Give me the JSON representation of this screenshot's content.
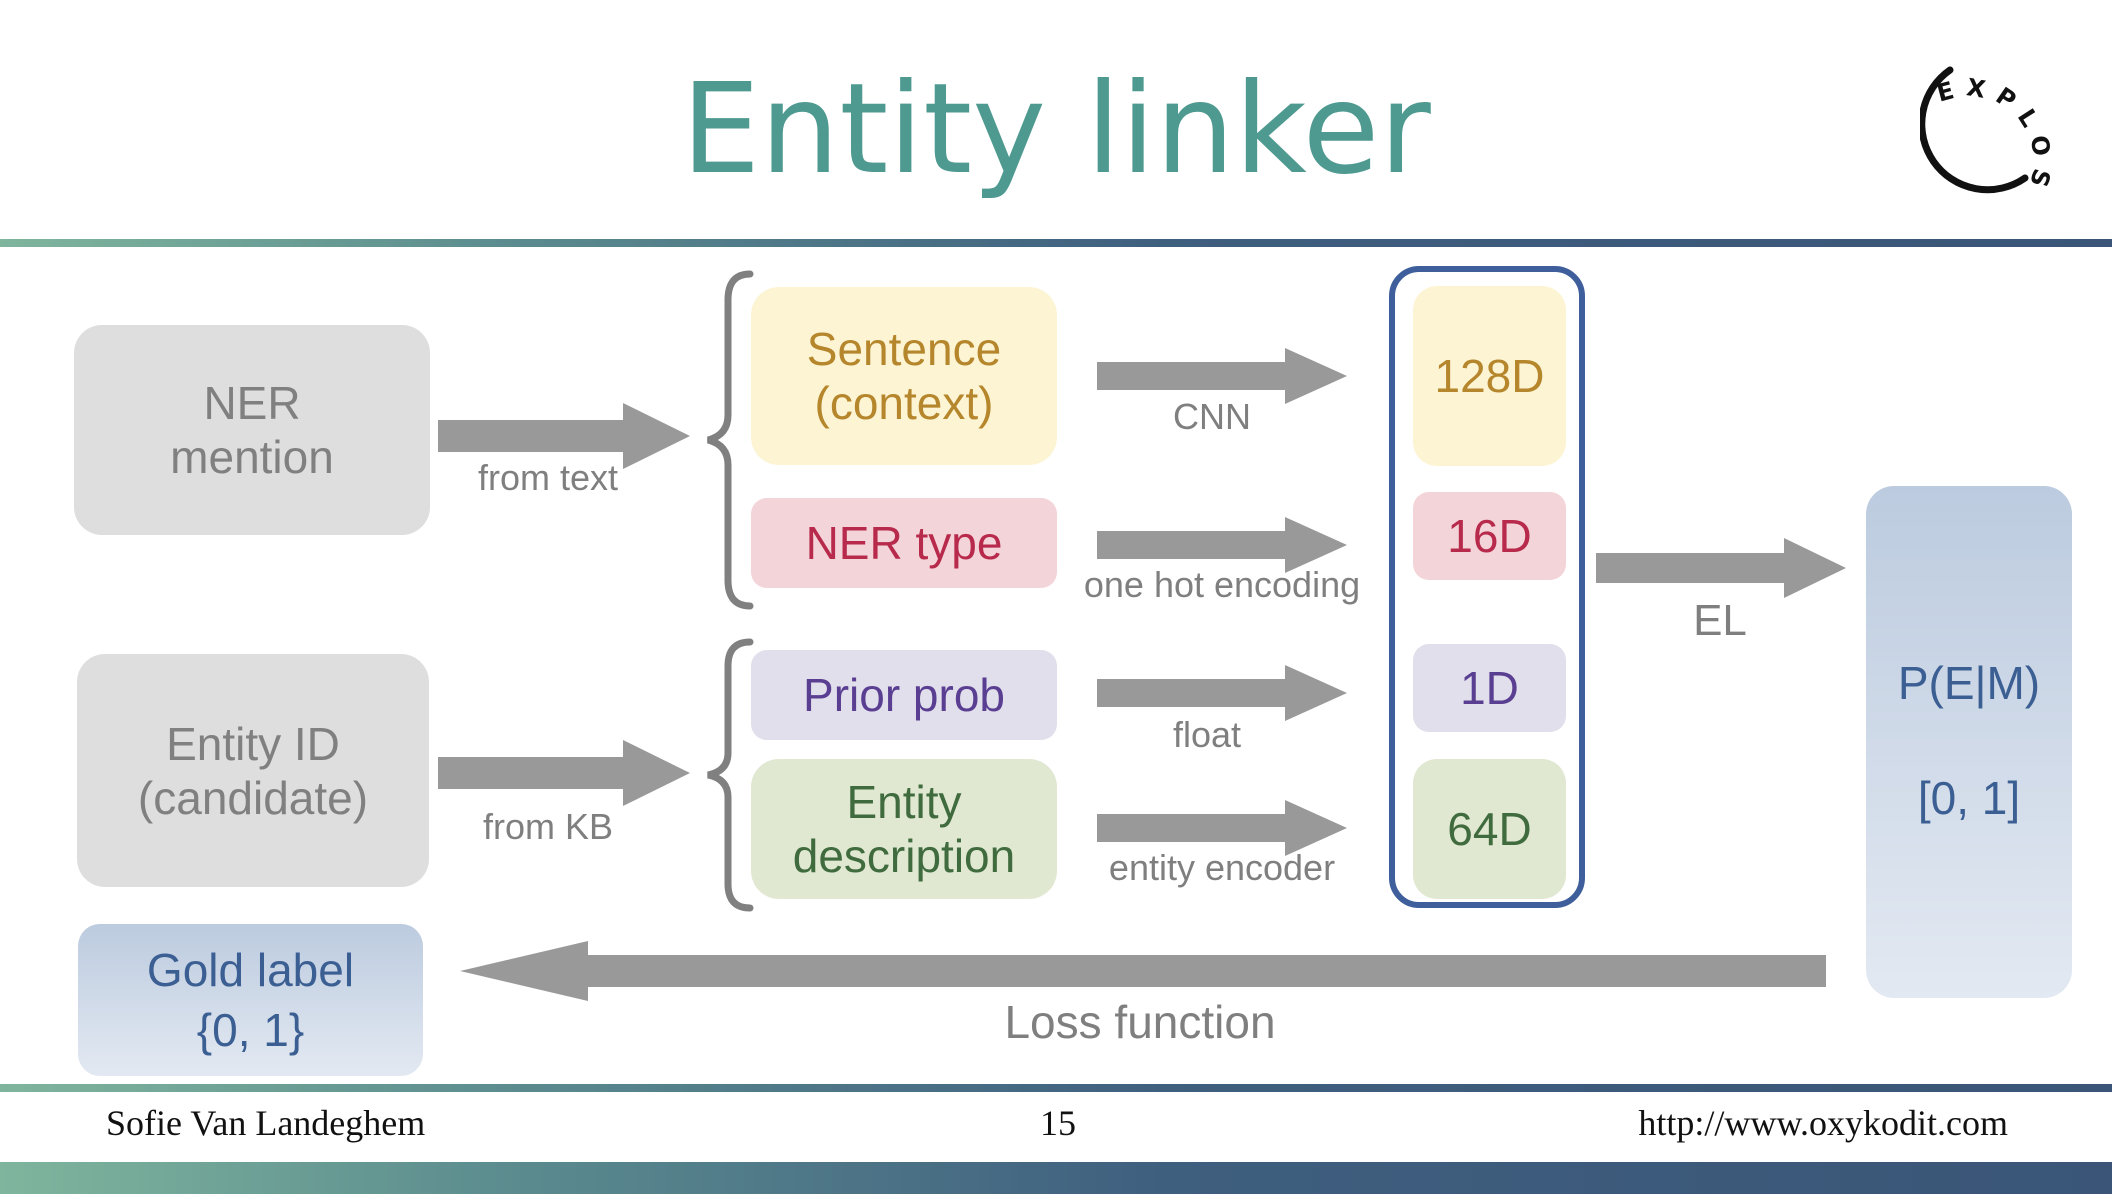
{
  "title": "Entity linker",
  "logo_text": "EXPLOSION",
  "inputs": {
    "ner_mention": "NER\nmention",
    "entity_id": "Entity ID\n(candidate)"
  },
  "input_arrows": {
    "from_text": "from text",
    "from_kb": "from KB"
  },
  "features": [
    {
      "label": "Sentence\n(context)",
      "encoding": "CNN",
      "dim": "128D",
      "bg": "#fdf4d3",
      "fg": "#b5862b"
    },
    {
      "label": "NER type",
      "encoding": "one hot encoding",
      "dim": "16D",
      "bg": "#f3d4d9",
      "fg": "#b82a4c"
    },
    {
      "label": "Prior prob",
      "encoding": "float",
      "dim": "1D",
      "bg": "#e1dfec",
      "fg": "#5a3e91"
    },
    {
      "label": "Entity\ndescription",
      "encoding": "entity encoder",
      "dim": "64D",
      "bg": "#e1e8d1",
      "fg": "#3f6b3e"
    }
  ],
  "el_label": "EL",
  "output": {
    "line1": "P(E|M)",
    "line2": "[0, 1]"
  },
  "gold": {
    "line1": "Gold label",
    "line2": "{0, 1}"
  },
  "loss_label": "Loss function",
  "colors": {
    "accent": "#4f9a90",
    "concat_border": "#3e5f9b",
    "arrow": "#999999",
    "output_text": "#3b5f93"
  },
  "footer": {
    "author": "Sofie Van Landeghem",
    "page": "15",
    "url": "http://www.oxykodit.com"
  }
}
